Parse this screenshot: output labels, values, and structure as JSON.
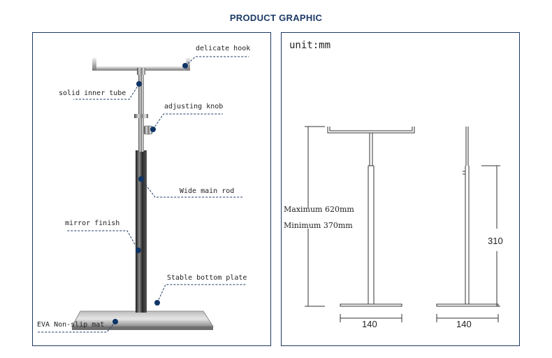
{
  "header": {
    "title": "PRODUCT GRAPHIC"
  },
  "callouts": {
    "delicate_hook": "delicate hook",
    "solid_inner_tube": "solid inner tube",
    "adjusting_knob": "adjusting knob",
    "wide_main_rod": "Wide main rod",
    "mirror_finish": "mirror finish",
    "stable_bottom_plate": "Stable bottom plate",
    "eva_mat": "EVA Non-slip mat"
  },
  "dimensions": {
    "unit": "unit:mm",
    "max_height": "Maximum 620mm",
    "min_height": "Minimum 370mm",
    "side_height": "310",
    "front_width": "140",
    "side_width": "140"
  },
  "colors": {
    "accent": "#1c3a66",
    "dot": "#0f3566"
  }
}
